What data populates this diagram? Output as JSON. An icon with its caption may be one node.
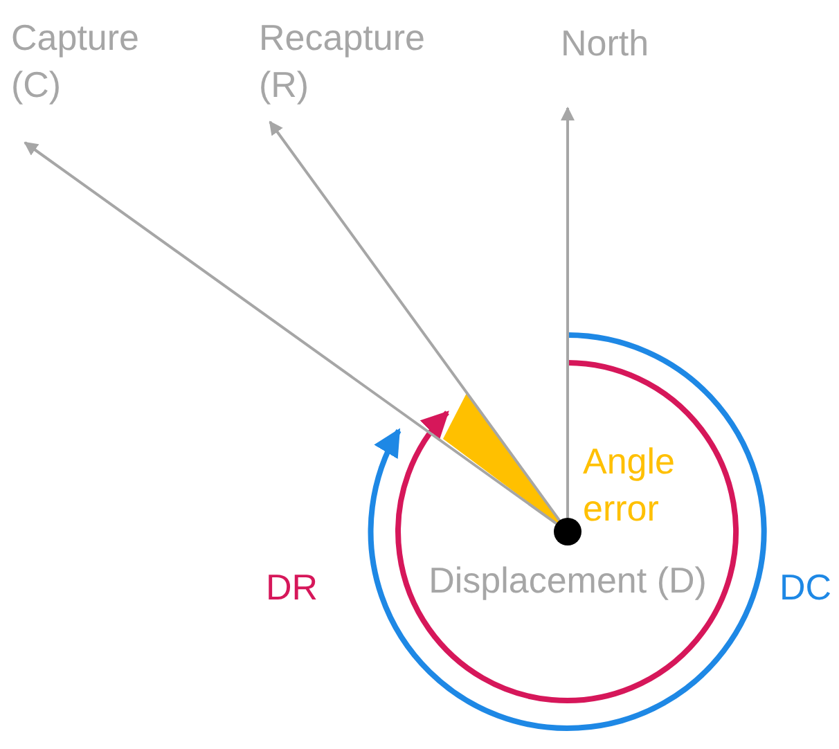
{
  "diagram": {
    "nodes": [
      {
        "text": [],
        "shape": "circle",
        "beside": [
          "Displacement (D)"
        ]
      },
      {
        "text": [
          "Capture (C)"
        ]
      },
      {
        "text": [
          "Recapture (R)"
        ]
      },
      {
        "text": [
          "North"
        ]
      }
    ],
    "edges": [
      {
        "from": 0,
        "to": 1,
        "arrow": "to"
      },
      {
        "from": 0,
        "to": 2,
        "arrow": "to"
      },
      {
        "from": 0,
        "to": 3,
        "arrow": "to"
      }
    ],
    "labels": [
      "Angle error",
      "DR",
      "DC"
    ]
  }
}
